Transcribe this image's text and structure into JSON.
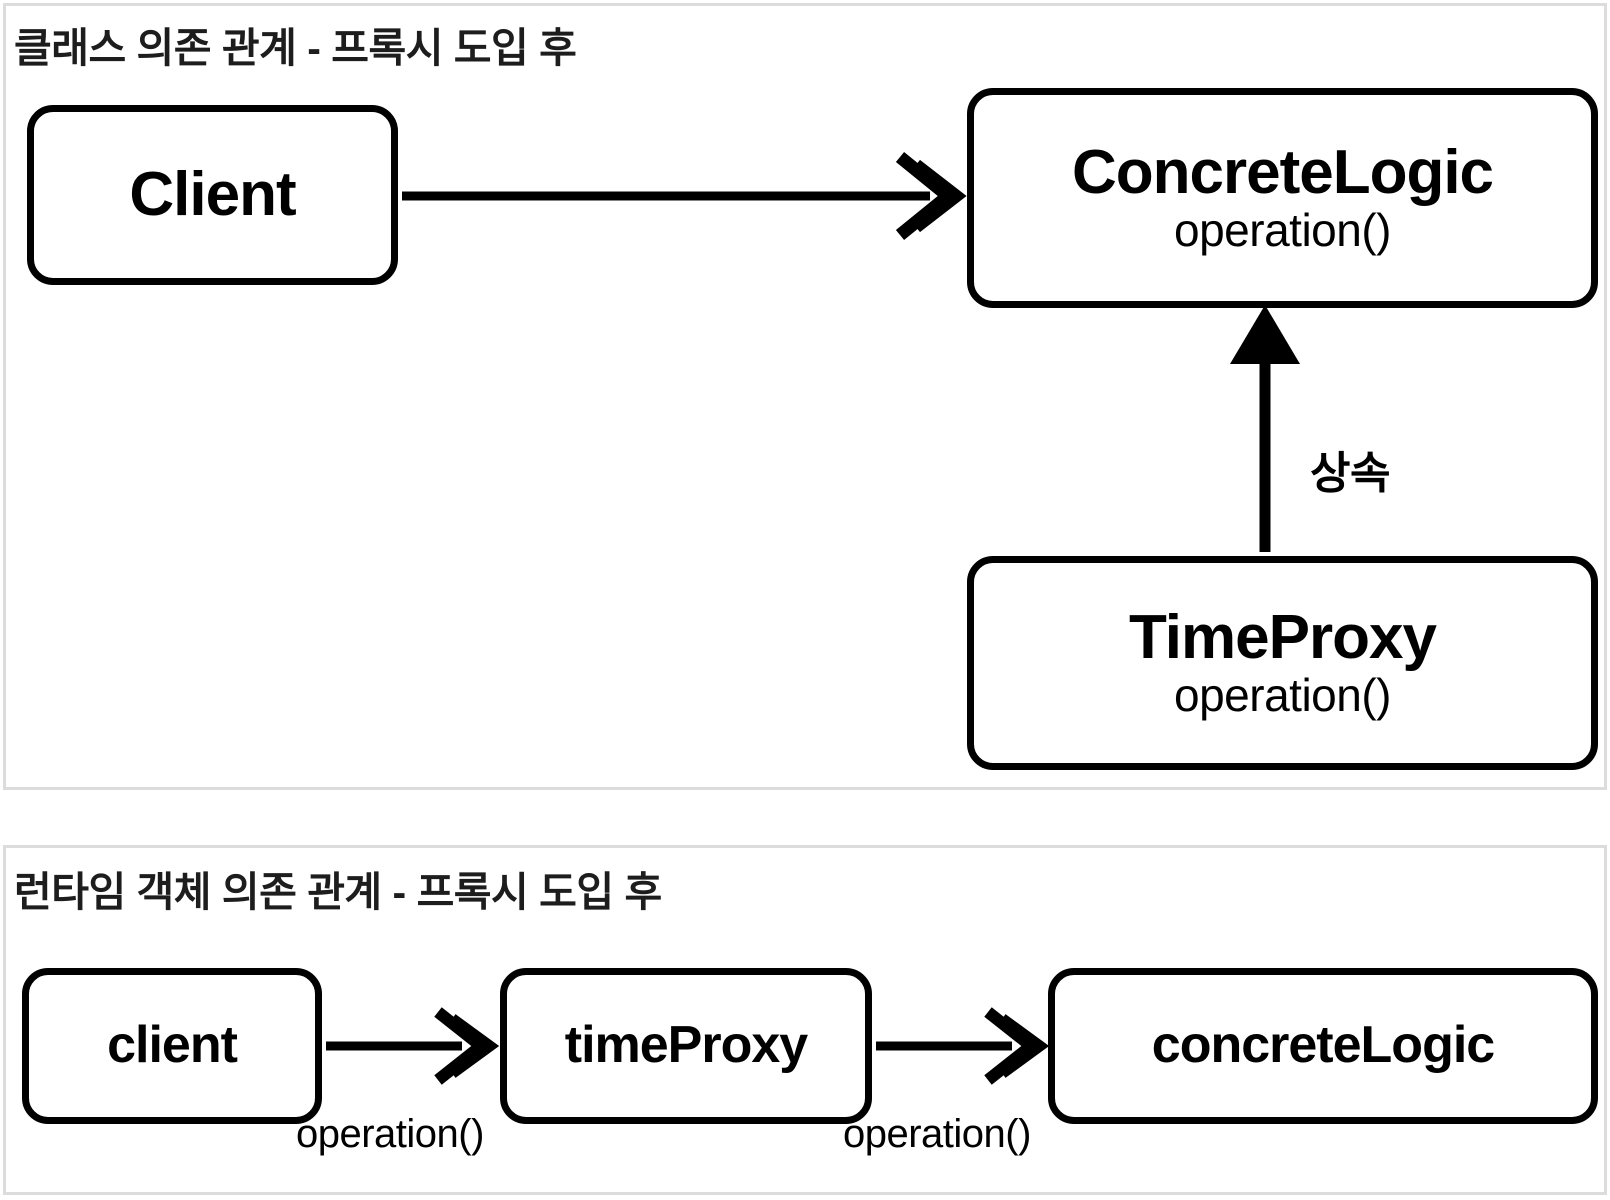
{
  "panels": [
    {
      "id": "class-diagram",
      "title": "클래스 의존 관계 - 프록시 도입 후",
      "nodes": [
        {
          "name": "Client",
          "operation": ""
        },
        {
          "name": "ConcreteLogic",
          "operation": "operation()"
        },
        {
          "name": "TimeProxy",
          "operation": "operation()"
        }
      ],
      "edges": [
        {
          "from": "Client",
          "to": "ConcreteLogic",
          "label": "",
          "style": "dependency-arrow"
        },
        {
          "from": "TimeProxy",
          "to": "ConcreteLogic",
          "label": "상속",
          "style": "inheritance-arrow"
        }
      ]
    },
    {
      "id": "runtime-diagram",
      "title": "런타임 객체 의존 관계 - 프록시 도입 후",
      "nodes": [
        {
          "name": "client",
          "operation": ""
        },
        {
          "name": "timeProxy",
          "operation": ""
        },
        {
          "name": "concreteLogic",
          "operation": ""
        }
      ],
      "edges": [
        {
          "from": "client",
          "to": "timeProxy",
          "label": "operation()",
          "style": "call-arrow"
        },
        {
          "from": "timeProxy",
          "to": "concreteLogic",
          "label": "operation()",
          "style": "call-arrow"
        }
      ]
    }
  ],
  "colors": {
    "panel_border": "#dcdcdc",
    "node_border": "#000000",
    "node_fill": "#ffffff",
    "text": "#000000",
    "background": "#ffffff"
  }
}
